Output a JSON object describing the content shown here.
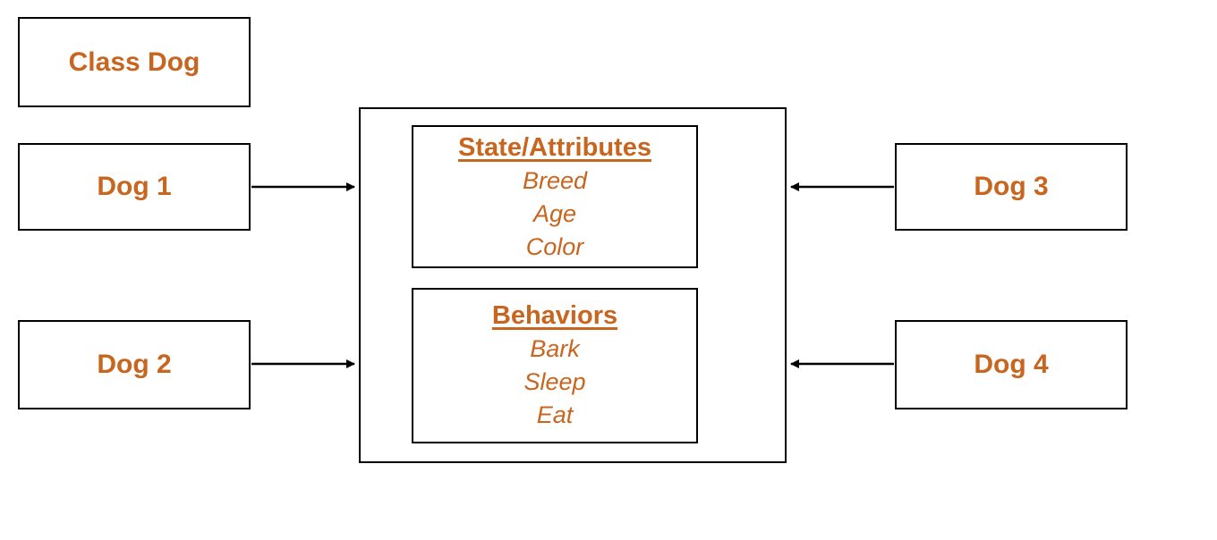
{
  "diagram": {
    "title_box": {
      "label": "Class Dog"
    },
    "instances": [
      {
        "label": "Dog 1"
      },
      {
        "label": "Dog 2"
      },
      {
        "label": "Dog 3"
      },
      {
        "label": "Dog 4"
      }
    ],
    "class_box": {
      "sections": [
        {
          "heading": "State/Attributes",
          "items": [
            "Breed",
            "Age",
            "Color"
          ]
        },
        {
          "heading": "Behaviors",
          "items": [
            "Bark",
            "Sleep",
            "Eat"
          ]
        }
      ]
    },
    "colors": {
      "text": "#C8651E",
      "border": "#000000",
      "background": "#FFFFFF"
    }
  }
}
